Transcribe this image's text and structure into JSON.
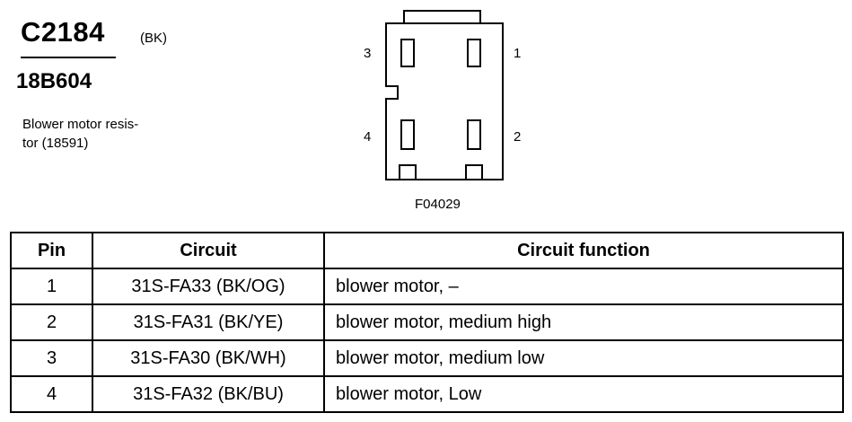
{
  "header": {
    "connector_id": "C2184",
    "color_code": "(BK)",
    "harness_id": "18B604",
    "description_line1": "Blower motor resis-",
    "description_line2": "tor (18591)"
  },
  "diagram": {
    "pin_labels": {
      "p1": "1",
      "p2": "2",
      "p3": "3",
      "p4": "4"
    },
    "figure_id": "F04029"
  },
  "table": {
    "headers": {
      "pin": "Pin",
      "circuit": "Circuit",
      "function": "Circuit function"
    },
    "rows": [
      {
        "pin": "1",
        "circuit": "31S-FA33 (BK/OG)",
        "function": "blower motor, –"
      },
      {
        "pin": "2",
        "circuit": "31S-FA31 (BK/YE)",
        "function": "blower motor, medium high"
      },
      {
        "pin": "3",
        "circuit": "31S-FA30 (BK/WH)",
        "function": "blower motor, medium low"
      },
      {
        "pin": "4",
        "circuit": "31S-FA32 (BK/BU)",
        "function": "blower motor, Low"
      }
    ]
  }
}
